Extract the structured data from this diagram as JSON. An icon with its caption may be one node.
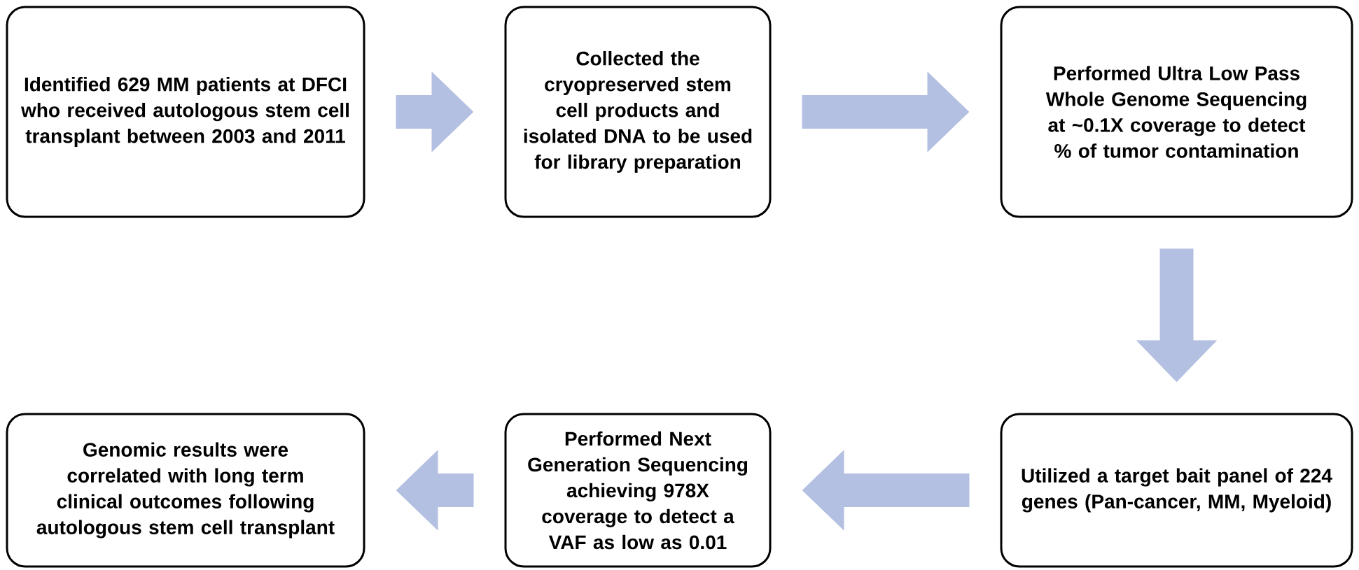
{
  "diagram": {
    "nodes": [
      {
        "text": [
          "Identified 629 MM patients at DFCI who received autologous stem cell transplant between 2003 and 2011"
        ]
      },
      {
        "text": [
          "Collected the cryopreserved stem cell products and isolated DNA to be used for library preparation"
        ]
      },
      {
        "text": [
          "Performed Ultra Low Pass Whole Genome Sequencing at ~0.1X coverage to detect % of tumor contamination"
        ]
      },
      {
        "text": [
          "Utilized a target bait panel of 224 genes (Pan-cancer, MM, Myeloid)"
        ]
      },
      {
        "text": [
          "Performed Next Generation Sequencing achieving 978X coverage to detect a VAF as low as 0.01"
        ]
      },
      {
        "text": [
          "Genomic results were correlated with long term clinical outcomes following autologous stem cell transplant"
        ]
      }
    ],
    "edges": [
      {
        "from": 0,
        "to": 1,
        "arrow": "to"
      },
      {
        "from": 1,
        "to": 2,
        "arrow": "to"
      },
      {
        "from": 2,
        "to": 3,
        "arrow": "to"
      },
      {
        "from": 3,
        "to": 4,
        "arrow": "to"
      },
      {
        "from": 4,
        "to": 5,
        "arrow": "to"
      }
    ]
  }
}
